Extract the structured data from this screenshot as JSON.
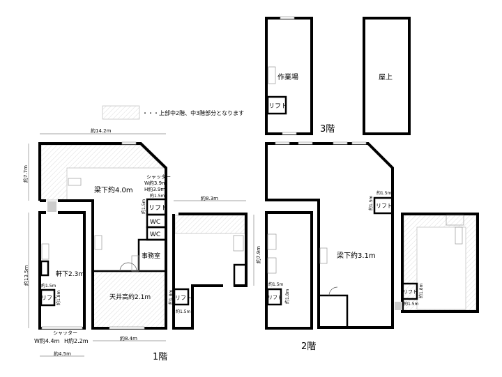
{
  "legend": {
    "text": "・・・上部中2階、中3階部分となります"
  },
  "floor1": {
    "label": "1階",
    "width_top": "約14.2m",
    "height_left_top": "約7.7m",
    "height_left": "約13.5m",
    "beam": "梁下約4.0m",
    "shutter_right": {
      "title": "シャッター",
      "w": "W約3.9m",
      "h": "H約3.9m"
    },
    "lift_w": "約1.5m",
    "lift_h": "約1.5m",
    "lift": "リフト",
    "wc1": "WC",
    "wc2": "WC",
    "office": "事務室",
    "eaves": "軒下2.3m",
    "small_lift_w": "約1.5m",
    "small_lift_h": "約1.8m",
    "small_lift": "リフト",
    "ceiling": "天井高約2.1m",
    "shutter_bottom": {
      "title": "シャッター",
      "w": "W約4.4m",
      "h": "H約2.2m"
    },
    "width_bottom_left": "約4.5m",
    "width_bottom": "約8.4m",
    "annex_width": "約8.3m",
    "annex_lift": "リフト",
    "annex_lift_h": "約1.8m",
    "annex_lift_w": "約1.5m"
  },
  "floor2": {
    "label": "2階",
    "beam": "梁下約3.1m",
    "height": "約7.9m",
    "lift": "リフト",
    "lift_w": "約1.5m",
    "lift_h": "約1.5m",
    "left_lift": "リフト",
    "left_lift_w": "約1.5m",
    "left_lift_h": "約1.8m",
    "right_lift": "リフト",
    "right_lift_h": "約1.8m",
    "right_lift_w": "約1.5m"
  },
  "floor3": {
    "label": "3階",
    "workshop": "作業場",
    "lift": "リフト",
    "roof": "屋上"
  }
}
